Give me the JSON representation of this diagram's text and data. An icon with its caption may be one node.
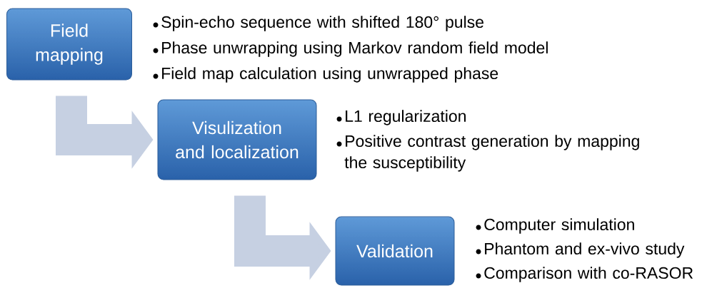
{
  "diagram": {
    "nodes": [
      {
        "text": [
          "Field mapping"
        ],
        "beside": [
          "Spin-echo sequence with shifted 180° pulse",
          "Phase unwrapping using Markov random field model",
          "Field map calculation using unwrapped phase"
        ]
      },
      {
        "text": [
          "Visulization and localization"
        ],
        "beside": [
          "L1 regularization",
          "Positive contrast generation by mapping the susceptibility"
        ]
      },
      {
        "text": [
          "Validation"
        ],
        "beside": [
          "Computer simulation",
          "Phantom and ex-vivo study",
          "Comparison with co-RASOR"
        ]
      }
    ],
    "edges": [
      {
        "from": 0,
        "to": 1,
        "arrow": "to"
      },
      {
        "from": 1,
        "to": 2,
        "arrow": "to"
      }
    ]
  }
}
